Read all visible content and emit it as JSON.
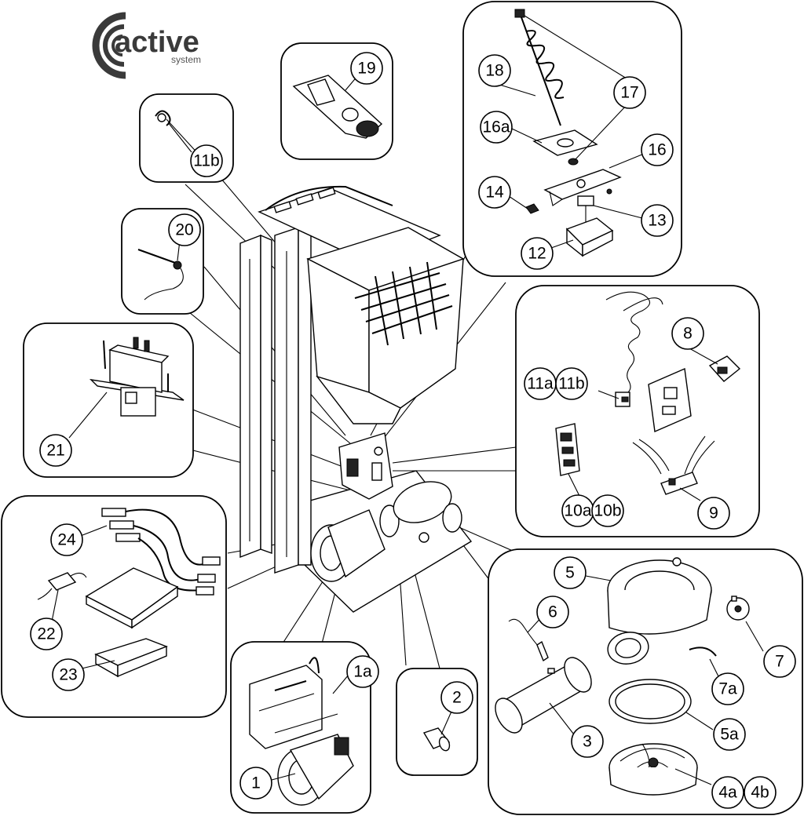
{
  "logo": {
    "brand": "active",
    "tagline": "system",
    "brand_color": "#3a3a3a",
    "logo_icon": "active-system-logo-icon"
  },
  "callouts": {
    "c1": "1",
    "c1a": "1a",
    "c2": "2",
    "c3": "3",
    "c4a": "4a",
    "c4b": "4b",
    "c5": "5",
    "c5a": "5a",
    "c6": "6",
    "c7": "7",
    "c7a": "7a",
    "c8": "8",
    "c9": "9",
    "c10a": "10a",
    "c10b": "10b",
    "c11a": "11a",
    "c11b_panel": "11b",
    "c11b_top": "11b",
    "c12": "12",
    "c13": "13",
    "c14": "14",
    "c16": "16",
    "c16a": "16a",
    "c17": "17",
    "c18": "18",
    "c19": "19",
    "c20": "20",
    "c21": "21",
    "c22": "22",
    "c23": "23",
    "c24": "24"
  },
  "colors": {
    "line": "#000000",
    "background": "#ffffff",
    "fill_dark": "#222222"
  }
}
